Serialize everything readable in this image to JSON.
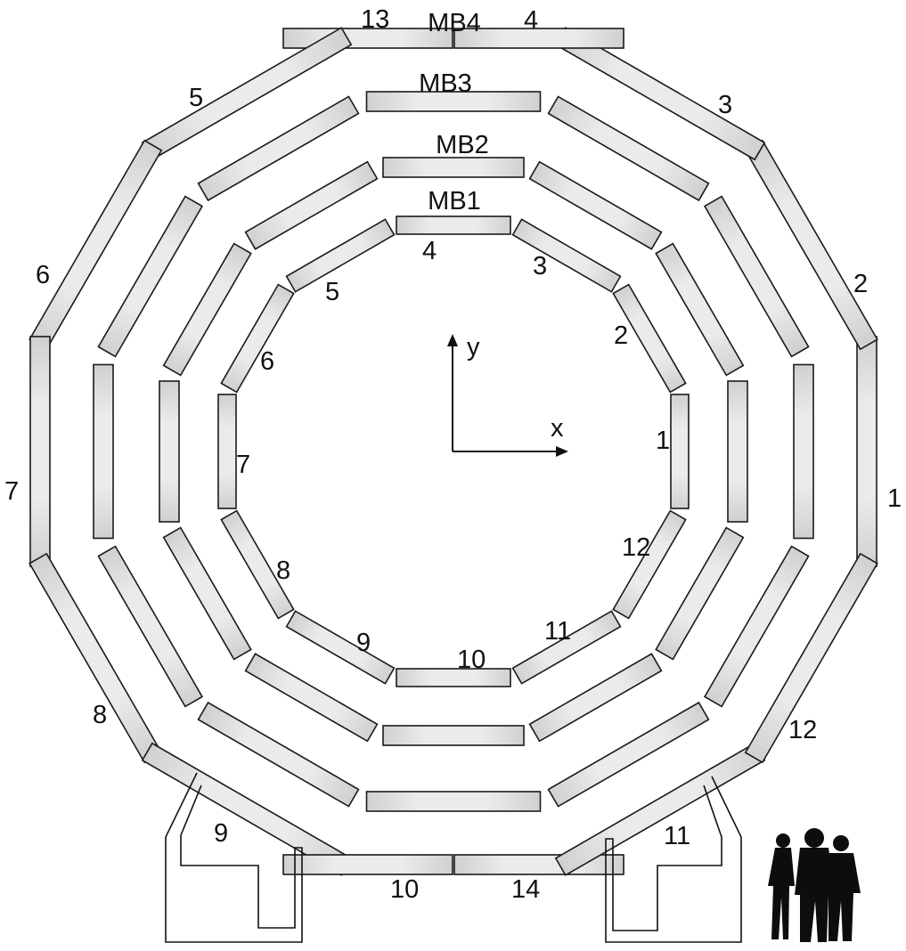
{
  "stations": {
    "MB1": {
      "label": "MB1",
      "sectors": [
        "1",
        "2",
        "3",
        "4",
        "5",
        "6",
        "7",
        "8",
        "9",
        "10",
        "11",
        "12"
      ]
    },
    "MB2": {
      "label": "MB2"
    },
    "MB3": {
      "label": "MB3"
    },
    "MB4": {
      "label": "MB4",
      "sectors": [
        "1",
        "2",
        "3",
        "4",
        "5",
        "6",
        "7",
        "8",
        "9",
        "10",
        "11",
        "12",
        "13",
        "14"
      ]
    }
  },
  "axes": {
    "x_label": "x",
    "y_label": "y"
  },
  "colors": {
    "chamber_fill": "#e6e6e6",
    "chamber_edge": "#1a1a1a"
  },
  "decorations": {
    "people_icon": "people-silhouette-icon"
  }
}
